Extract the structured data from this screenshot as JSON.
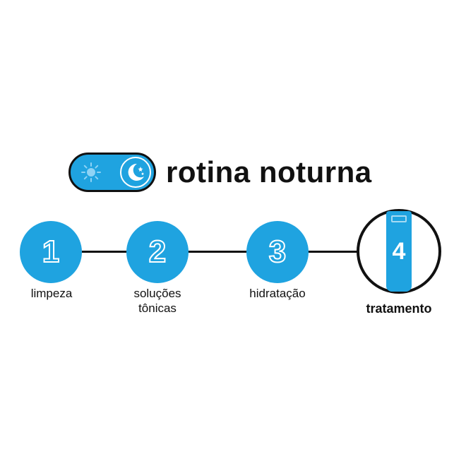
{
  "header": {
    "title": "rotina noturna",
    "toggle_icons": [
      "sun-icon",
      "moon-stars-icon"
    ]
  },
  "steps": [
    {
      "number": "1",
      "label": "limpeza",
      "active": false
    },
    {
      "number": "2",
      "label_line1": "soluções",
      "label_line2": "tônicas",
      "active": false
    },
    {
      "number": "3",
      "label": "hidratação",
      "active": false
    },
    {
      "number": "4",
      "label": "tratamento",
      "active": true
    }
  ],
  "colors": {
    "accent": "#1fa3e0",
    "text": "#111111",
    "background": "#ffffff"
  }
}
